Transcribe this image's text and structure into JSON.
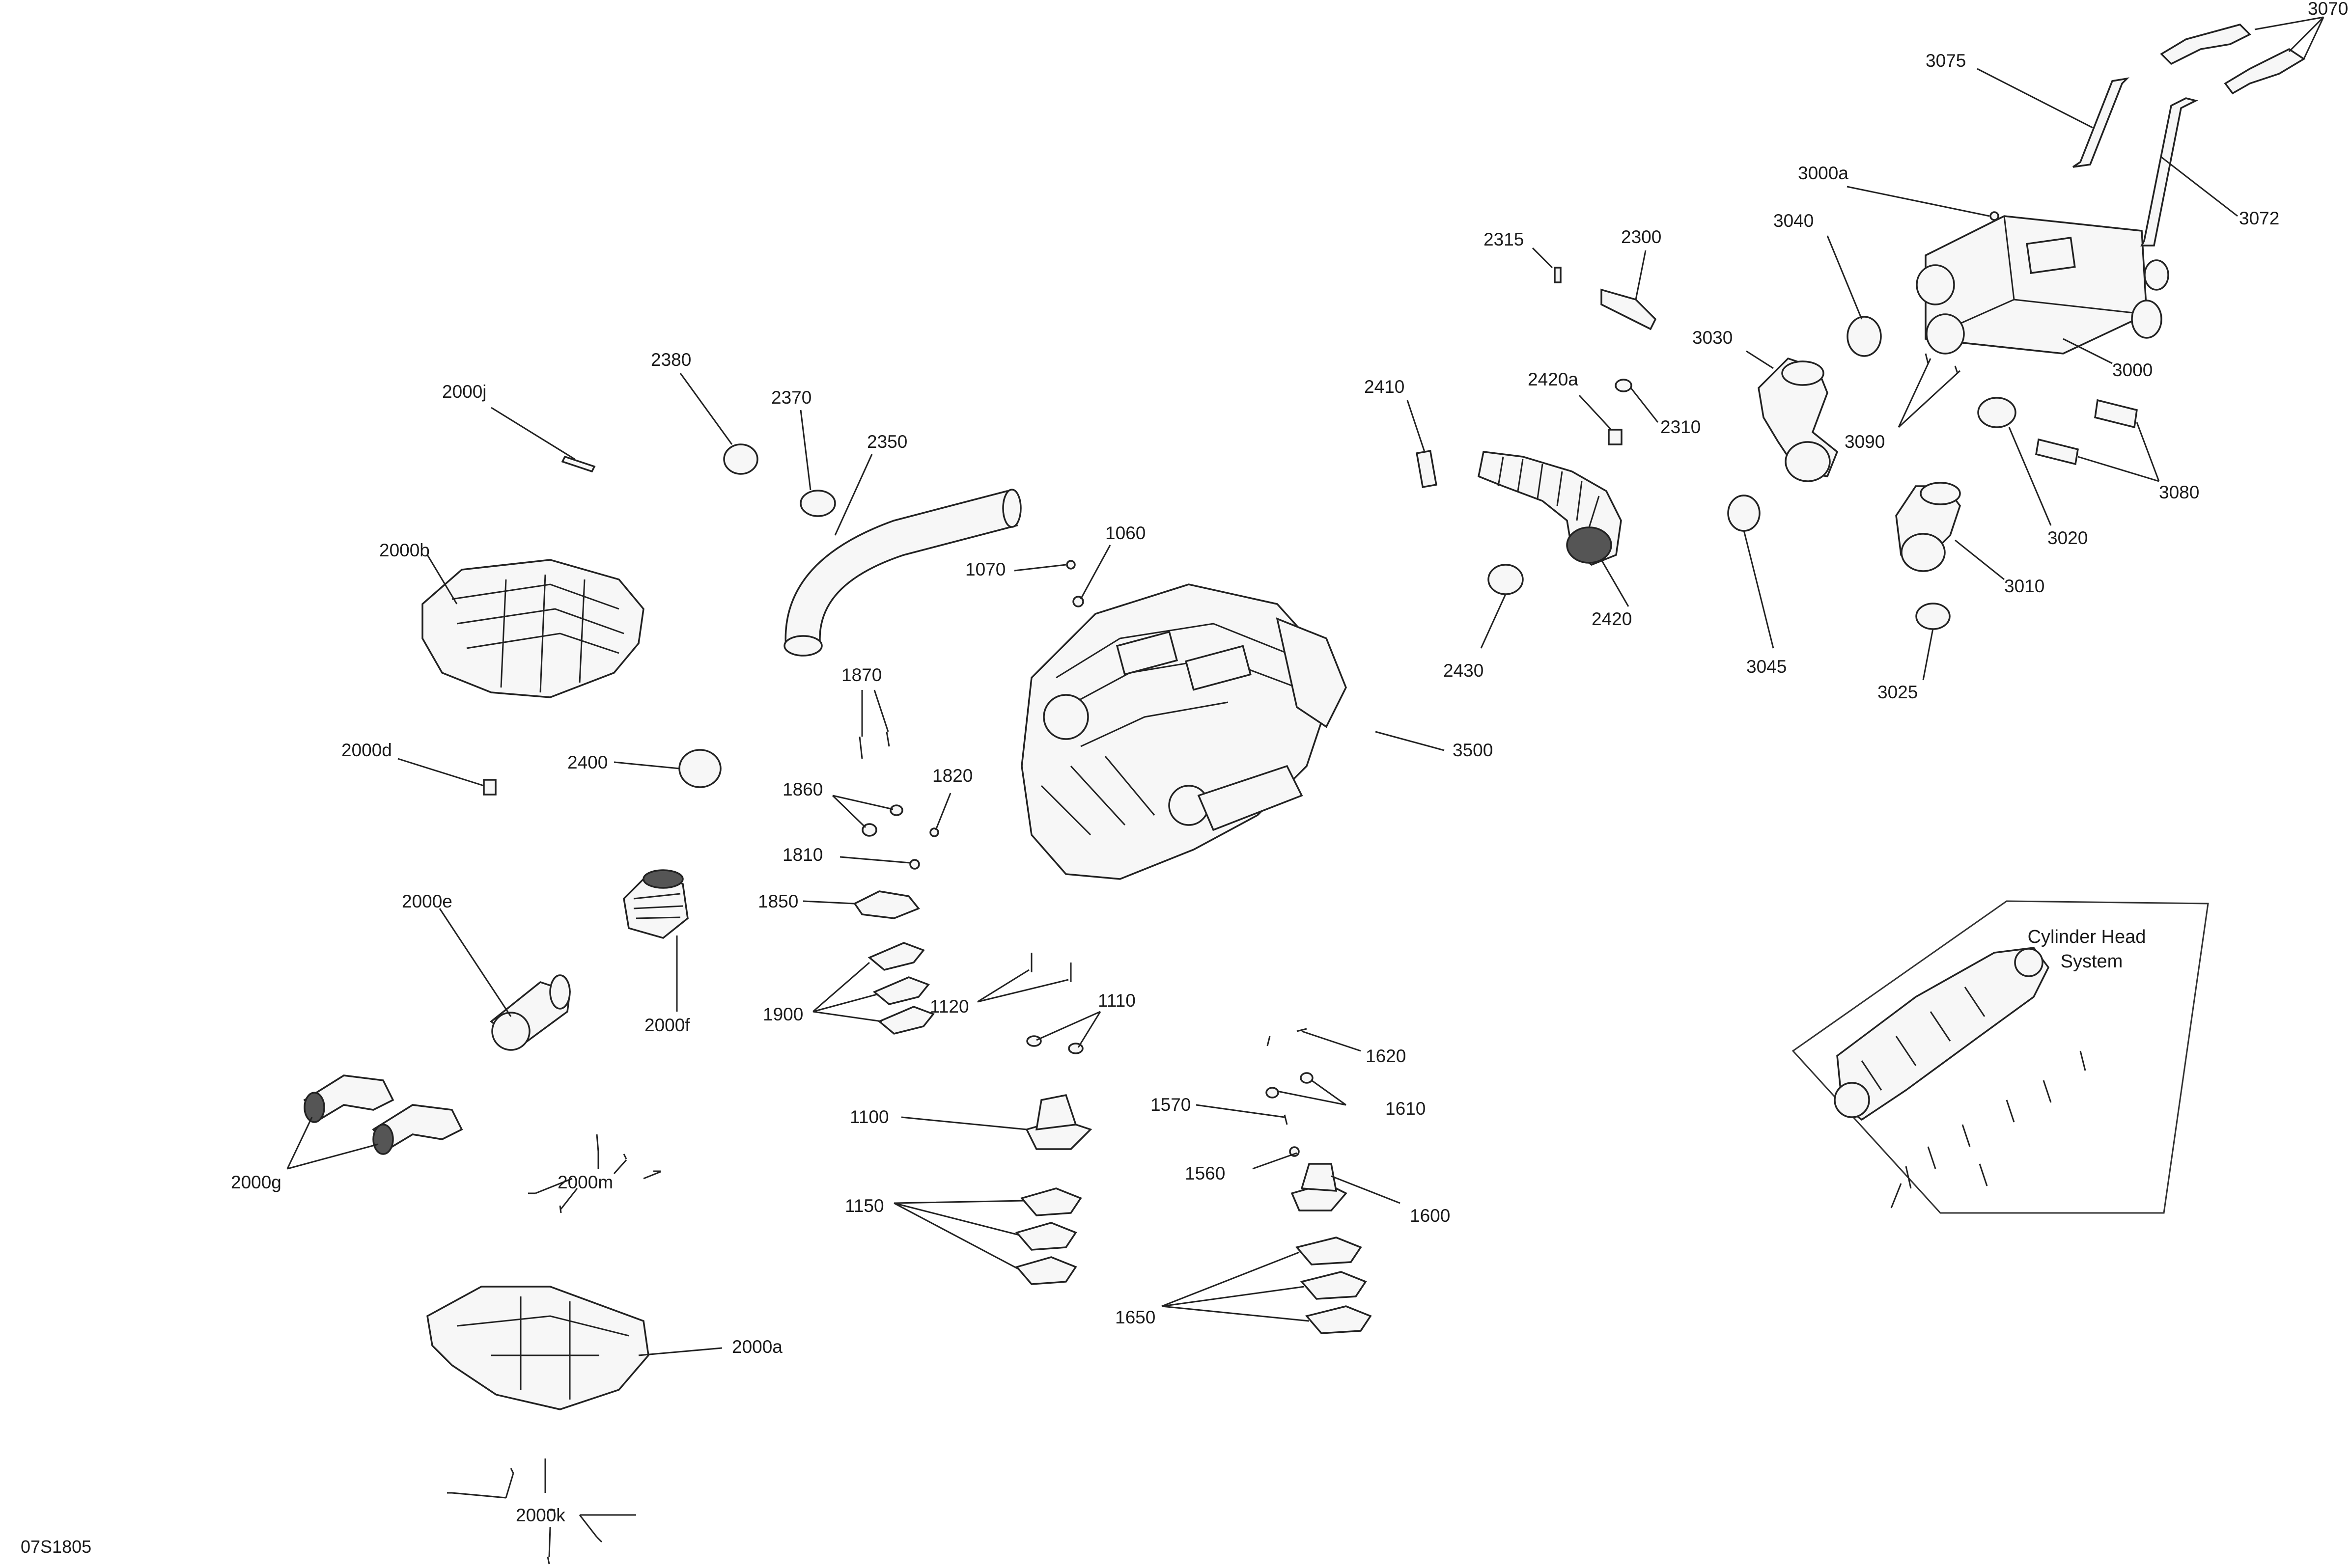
{
  "document_code": "07S1805",
  "inset": {
    "title_line1": "Cylinder Head",
    "title_line2": "System"
  },
  "callouts": [
    {
      "id": "c3070",
      "label": "3070"
    },
    {
      "id": "c3075",
      "label": "3075"
    },
    {
      "id": "c3072",
      "label": "3072"
    },
    {
      "id": "c3000a",
      "label": "3000a"
    },
    {
      "id": "c3040",
      "label": "3040"
    },
    {
      "id": "c3000",
      "label": "3000"
    },
    {
      "id": "c2315",
      "label": "2315"
    },
    {
      "id": "c2300",
      "label": "2300"
    },
    {
      "id": "c3030",
      "label": "3030"
    },
    {
      "id": "c3090",
      "label": "3090"
    },
    {
      "id": "c2410",
      "label": "2410"
    },
    {
      "id": "c2420a",
      "label": "2420a"
    },
    {
      "id": "c2310",
      "label": "2310"
    },
    {
      "id": "c3080",
      "label": "3080"
    },
    {
      "id": "c3020",
      "label": "3020"
    },
    {
      "id": "c3010",
      "label": "3010"
    },
    {
      "id": "c2420",
      "label": "2420"
    },
    {
      "id": "c2430",
      "label": "2430"
    },
    {
      "id": "c3045",
      "label": "3045"
    },
    {
      "id": "c3025",
      "label": "3025"
    },
    {
      "id": "c2380",
      "label": "2380"
    },
    {
      "id": "c2000j",
      "label": "2000j"
    },
    {
      "id": "c2370",
      "label": "2370"
    },
    {
      "id": "c2350",
      "label": "2350"
    },
    {
      "id": "c1060",
      "label": "1060"
    },
    {
      "id": "c1070",
      "label": "1070"
    },
    {
      "id": "c2000b",
      "label": "2000b"
    },
    {
      "id": "c1870",
      "label": "1870"
    },
    {
      "id": "c3500",
      "label": "3500"
    },
    {
      "id": "c2000d",
      "label": "2000d"
    },
    {
      "id": "c2400",
      "label": "2400"
    },
    {
      "id": "c1860",
      "label": "1860"
    },
    {
      "id": "c1820",
      "label": "1820"
    },
    {
      "id": "c1810",
      "label": "1810"
    },
    {
      "id": "c1850",
      "label": "1850"
    },
    {
      "id": "c2000e",
      "label": "2000e"
    },
    {
      "id": "c2000f",
      "label": "2000f"
    },
    {
      "id": "c1900",
      "label": "1900"
    },
    {
      "id": "c1120",
      "label": "1120"
    },
    {
      "id": "c1110",
      "label": "1110"
    },
    {
      "id": "c1620",
      "label": "1620"
    },
    {
      "id": "c1610",
      "label": "1610"
    },
    {
      "id": "c1570",
      "label": "1570"
    },
    {
      "id": "c1100",
      "label": "1100"
    },
    {
      "id": "c2000g",
      "label": "2000g"
    },
    {
      "id": "c2000m",
      "label": "2000m"
    },
    {
      "id": "c1560",
      "label": "1560"
    },
    {
      "id": "c1600",
      "label": "1600"
    },
    {
      "id": "c1150",
      "label": "1150"
    },
    {
      "id": "c1650",
      "label": "1650"
    },
    {
      "id": "c2000a",
      "label": "2000a"
    },
    {
      "id": "c2000k",
      "label": "2000k"
    }
  ]
}
